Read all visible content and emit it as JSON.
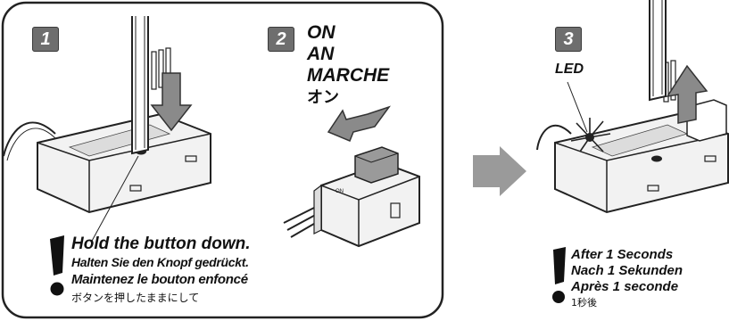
{
  "steps": [
    {
      "number": "1"
    },
    {
      "number": "2",
      "labels": [
        "ON",
        "AN",
        "MARCHE",
        "オン"
      ]
    },
    {
      "number": "3",
      "led_label": "LED"
    }
  ],
  "step1_caption": {
    "en": "Hold the button down.",
    "de": "Halten Sie den Knopf gedrückt.",
    "fr": "Maintenez le bouton enfoncé",
    "ja": "ボタンを押したままにして"
  },
  "step3_caption": {
    "en": "After 1 Seconds",
    "de": "Nach 1 Sekunden",
    "fr": "Après 1 seconde",
    "ja": "1秒後"
  },
  "icons": [
    "warning-exclamation-icon",
    "down-arrow-icon",
    "left-arrow-icon",
    "right-arrow-icon",
    "up-arrow-icon",
    "led-flash-icon"
  ],
  "colors": {
    "frame": "#222222",
    "badge": "#6e6e6e",
    "arrow": "#8a8a8a",
    "device": "#f2f2f2"
  }
}
